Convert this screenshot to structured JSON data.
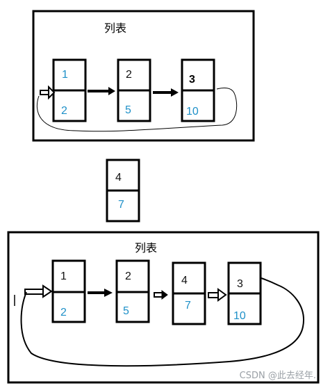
{
  "top": {
    "title": "列表",
    "nodes": [
      {
        "top": "1",
        "bottom": "2"
      },
      {
        "top": "2",
        "bottom": "5"
      },
      {
        "top": "3",
        "bottom": "10"
      }
    ]
  },
  "middle": {
    "node": {
      "top": "4",
      "bottom": "7"
    }
  },
  "bottom": {
    "title": "列表",
    "nodes": [
      {
        "top": "1",
        "bottom": "2"
      },
      {
        "top": "2",
        "bottom": "5"
      },
      {
        "top": "4",
        "bottom": "7"
      },
      {
        "top": "3",
        "bottom": "10"
      }
    ]
  },
  "watermark": "CSDN @此去经年.",
  "colors": {
    "stroke": "#000000",
    "value_text": "#1e90c8",
    "top_text": "#111111"
  }
}
